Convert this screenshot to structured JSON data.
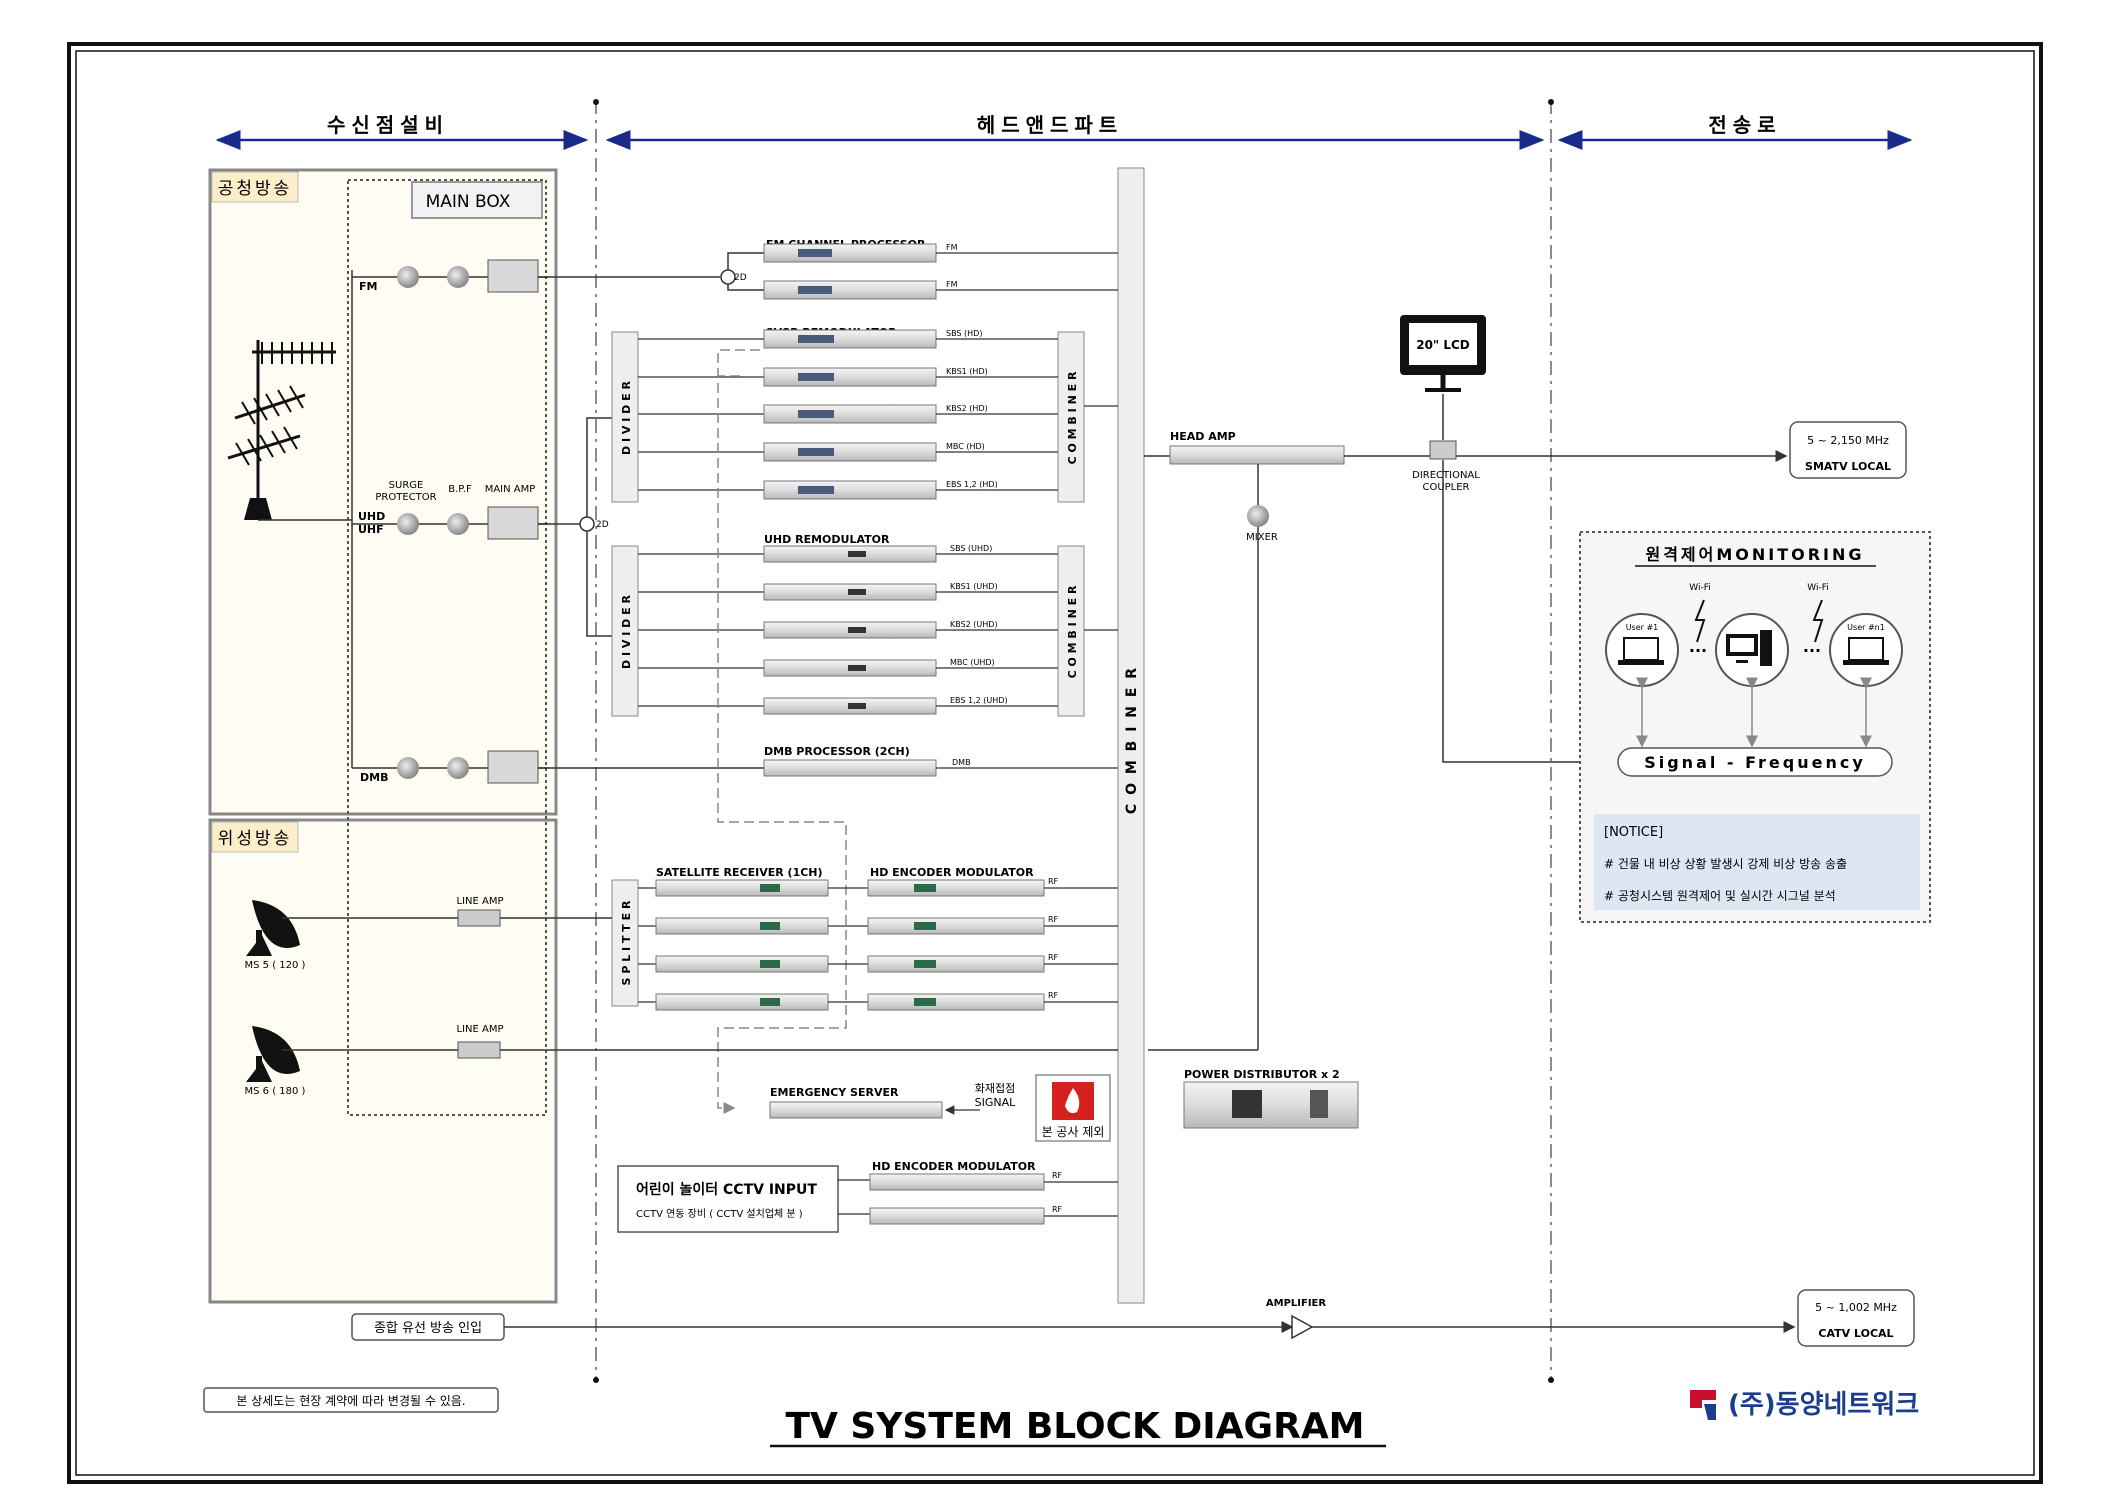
{
  "sections": {
    "receive": "수신점설비",
    "headend": "헤드앤드파트",
    "transmission": "전송로"
  },
  "boxes": {
    "gongcheong": "공청방송",
    "wiseong": "위성방송",
    "main_box": "MAIN BOX"
  },
  "antenna_labels": {
    "fm": "FM",
    "uhd": "UHD",
    "uhf": "UHF",
    "dmb": "DMB",
    "surge": [
      "SURGE",
      "PROTECTOR"
    ],
    "bpf": "B.P.F",
    "main_amp": "MAIN AMP",
    "two_d": "2D"
  },
  "satellite": {
    "ms5": "MS 5 ( 120 )",
    "ms6": "MS 6 ( 180 )",
    "line_amp": "LINE AMP"
  },
  "divider_text": "D I V I D E R",
  "combiner_text": "C O M B I N E R",
  "splitter_text": "S P L I T T E R",
  "fm_proc": {
    "title": "FM CHANNEL PROCESSOR",
    "outputs": [
      "FM",
      "FM"
    ]
  },
  "vsb": {
    "title": "8VSB REMODULATOR",
    "outputs": [
      "SBS (HD)",
      "KBS1 (HD)",
      "KBS2 (HD)",
      "MBC (HD)",
      "EBS 1,2 (HD)"
    ]
  },
  "uhd": {
    "title": "UHD REMODULATOR",
    "outputs": [
      "SBS (UHD)",
      "KBS1 (UHD)",
      "KBS2 (UHD)",
      "MBC (UHD)",
      "EBS 1,2 (UHD)"
    ]
  },
  "dmb_proc": {
    "title": "DMB PROCESSOR (2CH)",
    "output": "DMB"
  },
  "sat_rx": {
    "title": "SATELLITE RECEIVER (1CH)"
  },
  "hd_enc": {
    "title": "HD ENCODER MODULATOR",
    "rf": "RF"
  },
  "emergency": {
    "title": "EMERGENCY SERVER",
    "fire_signal": [
      "화재접점",
      "SIGNAL"
    ],
    "excluded": "본 공사 제외"
  },
  "cctv": {
    "title": "어린이 놀이터 CCTV INPUT",
    "sub": "CCTV 연동 장비 ( CCTV 설치업체 분 )"
  },
  "head_amp": "HEAD AMP",
  "mixer": "MIXER",
  "lcd": "20\" LCD",
  "directional_coupler": [
    "DIRECTIONAL",
    "COUPLER"
  ],
  "power_dist": "POWER DISTRIBUTOR  x 2",
  "smatv": {
    "range": "5 ~ 2,150 MHz",
    "label": "SMATV  LOCAL"
  },
  "catv": {
    "range": "5 ~ 1,002 MHz",
    "label": "CATV  LOCAL"
  },
  "amplifier": "AMPLIFIER",
  "cable_in": "종합 유선 방송 인입",
  "monitoring": {
    "title": "원격제어MONITORING",
    "wifi": "Wi-Fi",
    "user1": "User #1",
    "usern": "User #n1",
    "signal": "Signal - Frequency",
    "notice_title": "[NOTICE]",
    "notice_lines": [
      "# 건물 내 비상 상황 발생시 강제 비상 방송 송출",
      "# 공청시스템 원격제어 및 실시간 시그널 분석"
    ]
  },
  "footnote": "본 상세도는 현장 계약에 따라 변경될 수 있음.",
  "main_title": "TV SYSTEM BLOCK DIAGRAM",
  "company": "(주)동양네트워크",
  "colors": {
    "accent_navy": "#1a2a8a",
    "company_red": "#c8102e",
    "company_blue": "#1a3d8f"
  }
}
